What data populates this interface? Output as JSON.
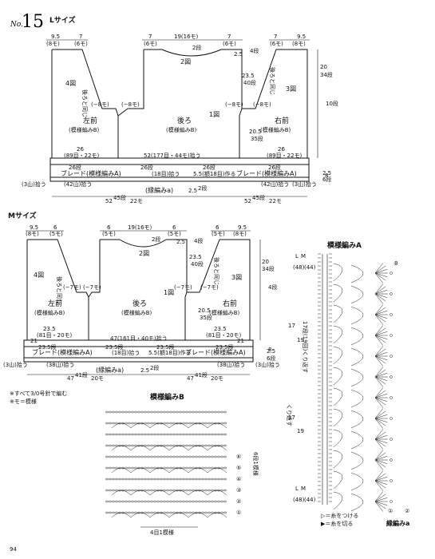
{
  "header": {
    "no_prefix": "No.",
    "number": "15"
  },
  "page_number": "94",
  "large": {
    "size_title": "Lサイズ",
    "top_dims": [
      "9.5",
      "(8モ)",
      "7",
      "(6モ)",
      "7",
      "(6モ)",
      "19(16モ)",
      "7",
      "(6モ)",
      "7",
      "(6モ)",
      "9.5",
      "(8モ)"
    ],
    "piece_labels": [
      "2図",
      "4図",
      "1図",
      "3図"
    ],
    "panel_labels": {
      "left": "左前",
      "left_sub": "(模様編みB)",
      "back": "後ろ",
      "back_sub": "(模様編みB)",
      "right": "右前",
      "right_sub": "(模様編みB)"
    },
    "notes": [
      "後ろと同じ",
      "後ろと同じ",
      "(−8モ)",
      "(−8モ)",
      "(−8モ)",
      "(−8モ)",
      "2.5",
      "4段",
      "2段",
      "23.5",
      "40段",
      "20",
      "34段",
      "10段",
      "20.5",
      "35段"
    ],
    "row_dims": [
      "26",
      "(89目・22モ)",
      "52(177目・44モ)拾う",
      "26",
      "(89目・22モ)"
    ],
    "band_dims": [
      "2.5",
      "6段",
      "26段",
      "26段",
      "26段",
      "26段"
    ],
    "braid": [
      "ブレード(模様編みA)",
      "(18目)拾う",
      "5.5(額18目)作る",
      "ブレード(模様編みA)"
    ],
    "bottom": [
      "(42山)拾う",
      "(42山)拾う",
      "(3山)拾う",
      "(3山)拾う",
      "(縁編みa)",
      "2.5",
      "2段",
      "52",
      "45段",
      "22モ",
      "52",
      "45段",
      "22モ",
      "8"
    ]
  },
  "medium": {
    "size_title": "Mサイズ",
    "top_dims": [
      "9.5",
      "(8モ)",
      "6",
      "(5モ)",
      "6",
      "(5モ)",
      "19(16モ)",
      "6",
      "(5モ)",
      "6",
      "(5モ)",
      "9.5",
      "(8モ)"
    ],
    "piece_labels": [
      "2図",
      "4図",
      "1図",
      "3図"
    ],
    "panel_labels": {
      "left": "左前",
      "left_sub": "(模様編みB)",
      "back": "後ろ",
      "back_sub": "(模様編みB)",
      "right": "右前",
      "right_sub": "(模様編みB)"
    },
    "notes": [
      "後ろと同じ",
      "後ろと同じ",
      "(−7モ)",
      "(−7モ)",
      "(−7モ)",
      "(−7モ)",
      "2.5",
      "4段",
      "2段",
      "23.5",
      "40段",
      "20",
      "34段",
      "4段",
      "20.5",
      "35段"
    ],
    "row_dims": [
      "23.5",
      "(81目・20モ)",
      "47(161目・40モ)拾う",
      "23.5",
      "(81目・20モ)",
      "21",
      "21"
    ],
    "band_dims": [
      "2.5",
      "6段",
      "23.5段",
      "23.5段",
      "23.5段",
      "23.5段"
    ],
    "braid": [
      "ブレード(模様編みA)",
      "(18目)拾う",
      "5.5(額18目)作る",
      "ブレード(模様編みA)"
    ],
    "bottom": [
      "(38山)拾う",
      "(38山)拾う",
      "(3山)拾う",
      "(3山)拾う",
      "(縁編みa)",
      "2.5",
      "2段",
      "47",
      "41段",
      "20モ",
      "47",
      "41段",
      "20モ",
      "8"
    ]
  },
  "footnotes": [
    "※すべて3/0号針で編む",
    "※モ＝模様"
  ],
  "pattern_b": {
    "title": "模様編みB",
    "labels": [
      "⑥",
      "⑤",
      "④",
      "③",
      "②",
      "①",
      "6段1模様"
    ],
    "repeat": "4目1模様"
  },
  "pattern_a": {
    "title": "模様編みA",
    "labels": [
      "L",
      "M",
      "(48)",
      "(44)",
      "L",
      "M",
      "(48)",
      "(44)",
      "17",
      "19",
      "17",
      "19",
      "8",
      "①",
      "②"
    ],
    "repeat_label": "17段(19回)くり返す",
    "repeat_label2": "くり返す",
    "legend": [
      "▷＝糸をつける",
      "▶＝糸を切る"
    ],
    "edge_label": "縁編みa"
  },
  "colors": {
    "ink": "#111111",
    "background": "#ffffff"
  }
}
